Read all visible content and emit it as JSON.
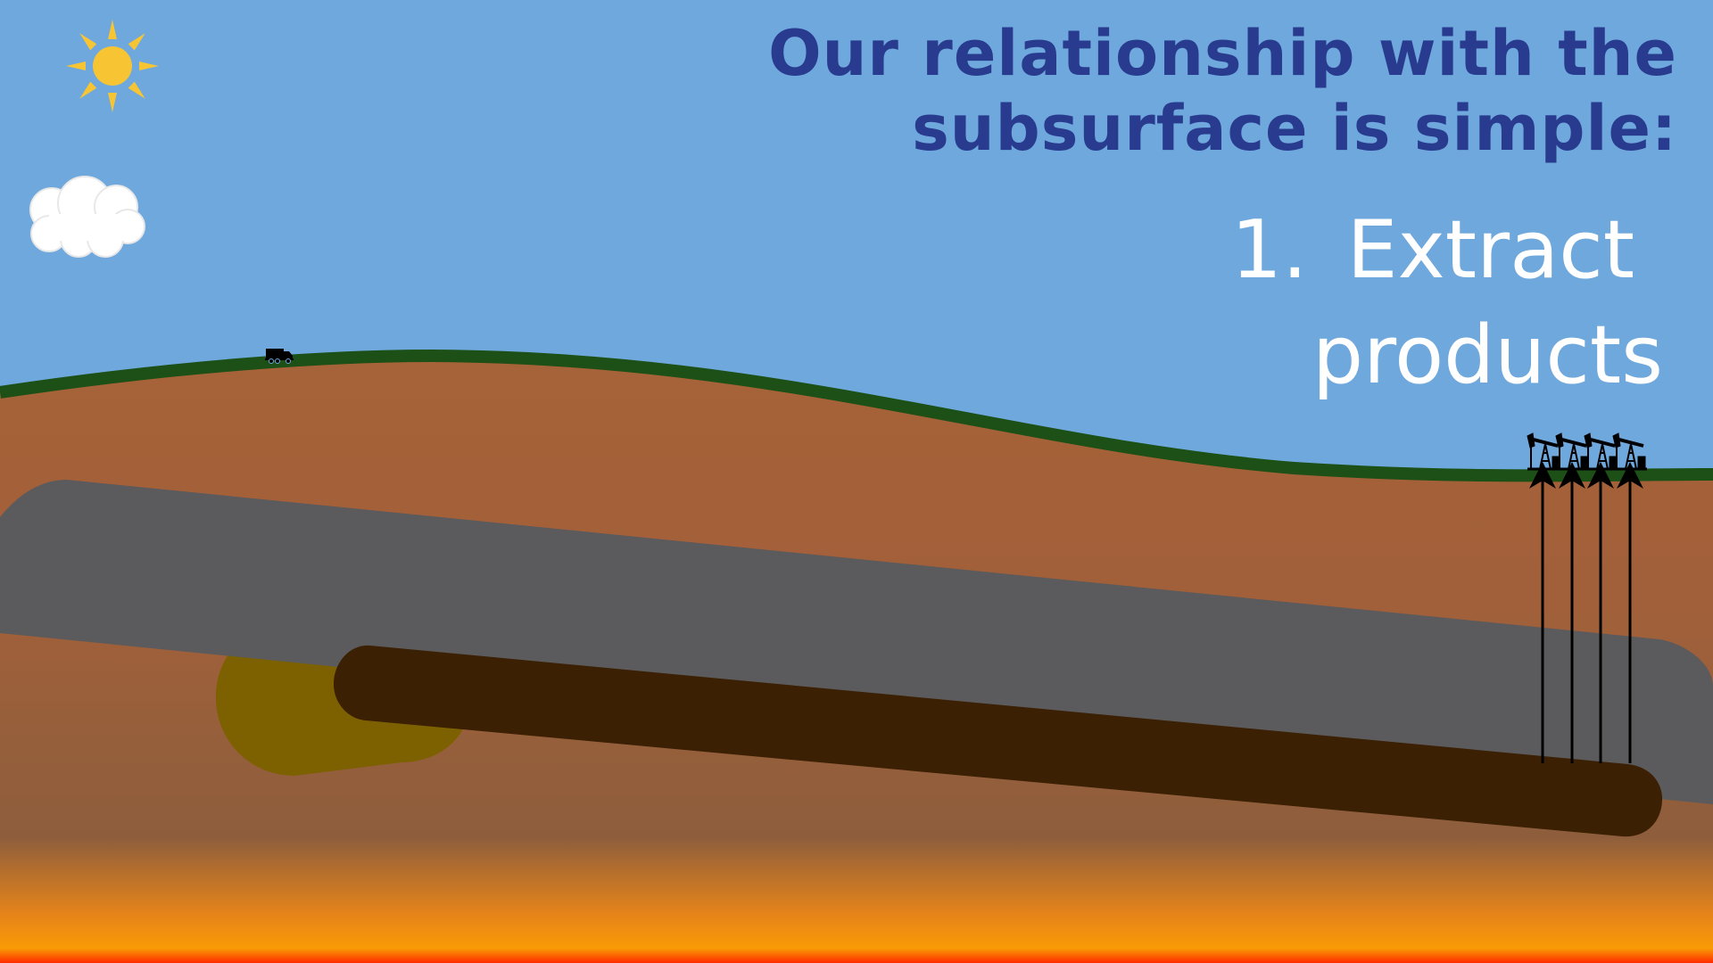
{
  "title": {
    "line1": "Our relationship with the",
    "line2": "subsurface is simple:"
  },
  "step": {
    "number": "1.",
    "line1": "Extract",
    "line2": "products"
  },
  "icons": {
    "sun": "sun-icon",
    "cloud": "cloud-icon",
    "truck": "truck-icon",
    "pumpjack": "oil-pumpjack-icon",
    "arrow": "up-arrow-icon"
  },
  "colors": {
    "sky": "#6fa8dc",
    "title_text": "#283b8f",
    "step_text": "#ffffff",
    "grass": "#1c5016",
    "soil": "#ac6534",
    "rock_layer": "#5b5a5c",
    "reservoir": "#3b2003",
    "gas_pocket": "#7d6100",
    "heat": "#f89a06",
    "sun": "#f7c534"
  }
}
